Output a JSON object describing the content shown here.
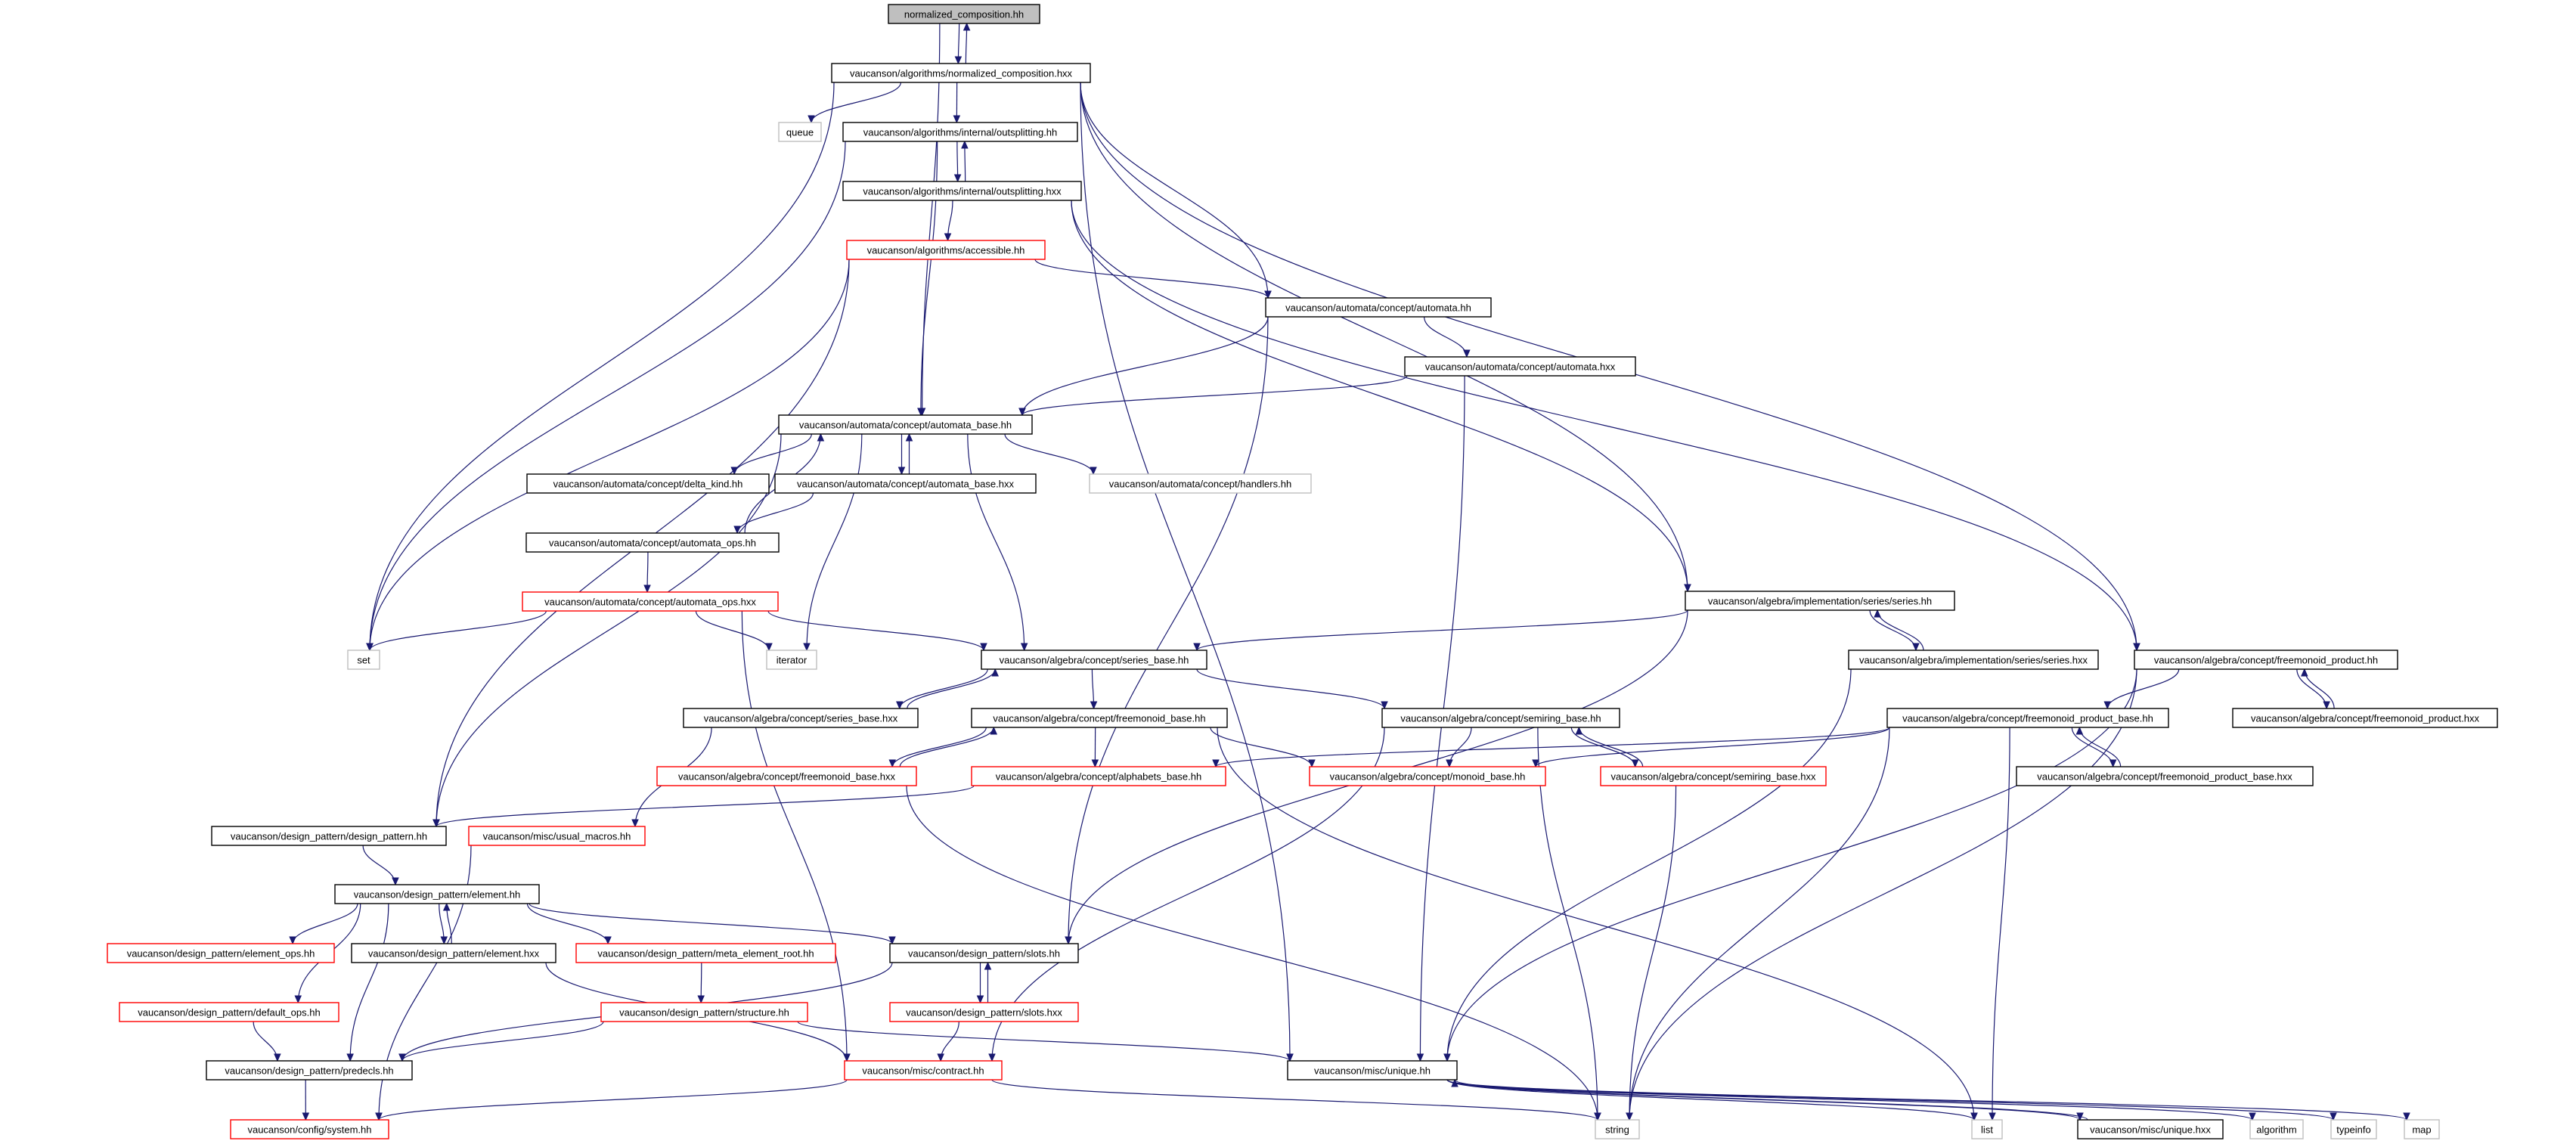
{
  "colors": {
    "edge": "#191970",
    "node_border_black": "#000000",
    "node_border_red": "#ff0000",
    "node_border_gray": "#bfbfbf",
    "root_fill": "#bfbfbf"
  },
  "diagram": {
    "nodes": [
      {
        "id": "n_root",
        "label": "normalized_composition.hh",
        "style": "root"
      },
      {
        "id": "n_nc_hxx",
        "label": "vaucanson/algorithms/normalized_composition.hxx",
        "style": "black"
      },
      {
        "id": "n_queue",
        "label": "queue",
        "style": "gray"
      },
      {
        "id": "n_out_hh",
        "label": "vaucanson/algorithms/internal/outsplitting.hh",
        "style": "black"
      },
      {
        "id": "n_out_hxx",
        "label": "vaucanson/algorithms/internal/outsplitting.hxx",
        "style": "black"
      },
      {
        "id": "n_access",
        "label": "vaucanson/algorithms/accessible.hh",
        "style": "red"
      },
      {
        "id": "n_automata_hh",
        "label": "vaucanson/automata/concept/automata.hh",
        "style": "black"
      },
      {
        "id": "n_automata_hxx",
        "label": "vaucanson/automata/concept/automata.hxx",
        "style": "black"
      },
      {
        "id": "n_abase_hh",
        "label": "vaucanson/automata/concept/automata_base.hh",
        "style": "black"
      },
      {
        "id": "n_delta",
        "label": "vaucanson/automata/concept/delta_kind.hh",
        "style": "black"
      },
      {
        "id": "n_abase_hxx",
        "label": "vaucanson/automata/concept/automata_base.hxx",
        "style": "black"
      },
      {
        "id": "n_handlers",
        "label": "vaucanson/automata/concept/handlers.hh",
        "style": "gray"
      },
      {
        "id": "n_aops_hh",
        "label": "vaucanson/automata/concept/automata_ops.hh",
        "style": "black"
      },
      {
        "id": "n_aops_hxx",
        "label": "vaucanson/automata/concept/automata_ops.hxx",
        "style": "red"
      },
      {
        "id": "n_set",
        "label": "set",
        "style": "gray"
      },
      {
        "id": "n_iterator",
        "label": "iterator",
        "style": "gray"
      },
      {
        "id": "n_series_hh",
        "label": "vaucanson/algebra/implementation/series/series.hh",
        "style": "black"
      },
      {
        "id": "n_series_hxx",
        "label": "vaucanson/algebra/implementation/series/series.hxx",
        "style": "black"
      },
      {
        "id": "n_sbase_hh",
        "label": "vaucanson/algebra/concept/series_base.hh",
        "style": "black"
      },
      {
        "id": "n_sbase_hxx",
        "label": "vaucanson/algebra/concept/series_base.hxx",
        "style": "black"
      },
      {
        "id": "n_fmprod_hh",
        "label": "vaucanson/algebra/concept/freemonoid_product.hh",
        "style": "black"
      },
      {
        "id": "n_fmprod_hxx",
        "label": "vaucanson/algebra/concept/freemonoid_product.hxx",
        "style": "black"
      },
      {
        "id": "n_fmbase_hh",
        "label": "vaucanson/algebra/concept/freemonoid_base.hh",
        "style": "black"
      },
      {
        "id": "n_semiring_hh",
        "label": "vaucanson/algebra/concept/semiring_base.hh",
        "style": "black"
      },
      {
        "id": "n_fmpb_hh",
        "label": "vaucanson/algebra/concept/freemonoid_product_base.hh",
        "style": "black"
      },
      {
        "id": "n_fmpb_hxx",
        "label": "vaucanson/algebra/concept/freemonoid_product_base.hxx",
        "style": "black"
      },
      {
        "id": "n_fmbase_hxx",
        "label": "vaucanson/algebra/concept/freemonoid_base.hxx",
        "style": "red"
      },
      {
        "id": "n_alpha",
        "label": "vaucanson/algebra/concept/alphabets_base.hh",
        "style": "red"
      },
      {
        "id": "n_monoid",
        "label": "vaucanson/algebra/concept/monoid_base.hh",
        "style": "red"
      },
      {
        "id": "n_semiring_hxx",
        "label": "vaucanson/algebra/concept/semiring_base.hxx",
        "style": "red"
      },
      {
        "id": "n_dp_hh",
        "label": "vaucanson/design_pattern/design_pattern.hh",
        "style": "black"
      },
      {
        "id": "n_usual",
        "label": "vaucanson/misc/usual_macros.hh",
        "style": "red"
      },
      {
        "id": "n_elem_hh",
        "label": "vaucanson/design_pattern/element.hh",
        "style": "black"
      },
      {
        "id": "n_elem_ops",
        "label": "vaucanson/design_pattern/element_ops.hh",
        "style": "red"
      },
      {
        "id": "n_elem_hxx",
        "label": "vaucanson/design_pattern/element.hxx",
        "style": "black"
      },
      {
        "id": "n_meta",
        "label": "vaucanson/design_pattern/meta_element_root.hh",
        "style": "red"
      },
      {
        "id": "n_slots_hh",
        "label": "vaucanson/design_pattern/slots.hh",
        "style": "black"
      },
      {
        "id": "n_default",
        "label": "vaucanson/design_pattern/default_ops.hh",
        "style": "red"
      },
      {
        "id": "n_struct",
        "label": "vaucanson/design_pattern/structure.hh",
        "style": "red"
      },
      {
        "id": "n_slots_hxx",
        "label": "vaucanson/design_pattern/slots.hxx",
        "style": "red"
      },
      {
        "id": "n_predecls",
        "label": "vaucanson/design_pattern/predecls.hh",
        "style": "black"
      },
      {
        "id": "n_contract",
        "label": "vaucanson/misc/contract.hh",
        "style": "red"
      },
      {
        "id": "n_unique_hh",
        "label": "vaucanson/misc/unique.hh",
        "style": "black"
      },
      {
        "id": "n_system",
        "label": "vaucanson/config/system.hh",
        "style": "red"
      },
      {
        "id": "n_string",
        "label": "string",
        "style": "gray"
      },
      {
        "id": "n_list",
        "label": "list",
        "style": "gray"
      },
      {
        "id": "n_unique_hxx",
        "label": "vaucanson/misc/unique.hxx",
        "style": "black"
      },
      {
        "id": "n_algorithm",
        "label": "algorithm",
        "style": "gray"
      },
      {
        "id": "n_typeinfo",
        "label": "typeinfo",
        "style": "gray"
      },
      {
        "id": "n_map",
        "label": "map",
        "style": "gray"
      }
    ],
    "edges": [
      [
        "n_root",
        "n_nc_hxx"
      ],
      [
        "n_nc_hxx",
        "n_root"
      ],
      [
        "n_root",
        "n_abase_hh"
      ],
      [
        "n_nc_hxx",
        "n_queue"
      ],
      [
        "n_nc_hxx",
        "n_out_hh"
      ],
      [
        "n_nc_hxx",
        "n_set"
      ],
      [
        "n_nc_hxx",
        "n_automata_hh"
      ],
      [
        "n_nc_hxx",
        "n_series_hh"
      ],
      [
        "n_nc_hxx",
        "n_fmprod_hh"
      ],
      [
        "n_nc_hxx",
        "n_unique_hh"
      ],
      [
        "n_out_hh",
        "n_out_hxx"
      ],
      [
        "n_out_hxx",
        "n_out_hh"
      ],
      [
        "n_out_hh",
        "n_set"
      ],
      [
        "n_out_hh",
        "n_abase_hh"
      ],
      [
        "n_out_hxx",
        "n_access"
      ],
      [
        "n_out_hxx",
        "n_series_hh"
      ],
      [
        "n_out_hxx",
        "n_fmprod_hh"
      ],
      [
        "n_access",
        "n_automata_hh"
      ],
      [
        "n_access",
        "n_set"
      ],
      [
        "n_access",
        "n_dp_hh"
      ],
      [
        "n_automata_hh",
        "n_automata_hxx"
      ],
      [
        "n_automata_hh",
        "n_abase_hh"
      ],
      [
        "n_automata_hh",
        "n_slots_hh"
      ],
      [
        "n_automata_hxx",
        "n_abase_hh"
      ],
      [
        "n_automata_hxx",
        "n_unique_hh"
      ],
      [
        "n_abase_hh",
        "n_delta"
      ],
      [
        "n_abase_hh",
        "n_abase_hxx"
      ],
      [
        "n_abase_hxx",
        "n_abase_hh"
      ],
      [
        "n_abase_hh",
        "n_handlers"
      ],
      [
        "n_abase_hh",
        "n_iterator"
      ],
      [
        "n_abase_hh",
        "n_sbase_hh"
      ],
      [
        "n_abase_hh",
        "n_dp_hh"
      ],
      [
        "n_abase_hxx",
        "n_aops_hh"
      ],
      [
        "n_aops_hh",
        "n_abase_hh"
      ],
      [
        "n_aops_hh",
        "n_aops_hxx"
      ],
      [
        "n_aops_hxx",
        "n_set"
      ],
      [
        "n_aops_hxx",
        "n_iterator"
      ],
      [
        "n_aops_hxx",
        "n_sbase_hh"
      ],
      [
        "n_aops_hxx",
        "n_contract"
      ],
      [
        "n_series_hh",
        "n_sbase_hh"
      ],
      [
        "n_series_hh",
        "n_series_hxx"
      ],
      [
        "n_series_hxx",
        "n_series_hh"
      ],
      [
        "n_series_hh",
        "n_slots_hh"
      ],
      [
        "n_series_hxx",
        "n_unique_hh"
      ],
      [
        "n_sbase_hh",
        "n_sbase_hxx"
      ],
      [
        "n_sbase_hxx",
        "n_sbase_hh"
      ],
      [
        "n_sbase_hh",
        "n_fmbase_hh"
      ],
      [
        "n_sbase_hh",
        "n_semiring_hh"
      ],
      [
        "n_sbase_hxx",
        "n_usual"
      ],
      [
        "n_fmprod_hh",
        "n_fmprod_hxx"
      ],
      [
        "n_fmprod_hxx",
        "n_fmprod_hh"
      ],
      [
        "n_fmprod_hh",
        "n_fmpb_hh"
      ],
      [
        "n_fmprod_hh",
        "n_string"
      ],
      [
        "n_fmprod_hh",
        "n_unique_hh"
      ],
      [
        "n_fmbase_hh",
        "n_fmbase_hxx"
      ],
      [
        "n_fmbase_hxx",
        "n_fmbase_hh"
      ],
      [
        "n_fmbase_hh",
        "n_alpha"
      ],
      [
        "n_fmbase_hh",
        "n_monoid"
      ],
      [
        "n_fmbase_hh",
        "n_list"
      ],
      [
        "n_fmbase_hxx",
        "n_string"
      ],
      [
        "n_semiring_hh",
        "n_monoid"
      ],
      [
        "n_semiring_hh",
        "n_semiring_hxx"
      ],
      [
        "n_semiring_hxx",
        "n_semiring_hh"
      ],
      [
        "n_semiring_hh",
        "n_string"
      ],
      [
        "n_semiring_hh",
        "n_contract"
      ],
      [
        "n_fmpb_hh",
        "n_fmpb_hxx"
      ],
      [
        "n_fmpb_hxx",
        "n_fmpb_hh"
      ],
      [
        "n_fmpb_hh",
        "n_monoid"
      ],
      [
        "n_fmpb_hh",
        "n_alpha"
      ],
      [
        "n_fmpb_hh",
        "n_list"
      ],
      [
        "n_fmpb_hh",
        "n_string"
      ],
      [
        "n_semiring_hxx",
        "n_string"
      ],
      [
        "n_alpha",
        "n_dp_hh"
      ],
      [
        "n_dp_hh",
        "n_elem_hh"
      ],
      [
        "n_usual",
        "n_system"
      ],
      [
        "n_elem_hh",
        "n_elem_ops"
      ],
      [
        "n_elem_hh",
        "n_elem_hxx"
      ],
      [
        "n_elem_hxx",
        "n_elem_hh"
      ],
      [
        "n_elem_hh",
        "n_meta"
      ],
      [
        "n_elem_hh",
        "n_slots_hh"
      ],
      [
        "n_elem_hh",
        "n_default"
      ],
      [
        "n_elem_hh",
        "n_predecls"
      ],
      [
        "n_elem_hxx",
        "n_contract"
      ],
      [
        "n_meta",
        "n_struct"
      ],
      [
        "n_slots_hh",
        "n_slots_hxx"
      ],
      [
        "n_slots_hxx",
        "n_slots_hh"
      ],
      [
        "n_slots_hh",
        "n_predecls"
      ],
      [
        "n_default",
        "n_predecls"
      ],
      [
        "n_struct",
        "n_predecls"
      ],
      [
        "n_struct",
        "n_unique_hh"
      ],
      [
        "n_slots_hxx",
        "n_contract"
      ],
      [
        "n_predecls",
        "n_system"
      ],
      [
        "n_contract",
        "n_system"
      ],
      [
        "n_contract",
        "n_string"
      ],
      [
        "n_unique_hh",
        "n_list"
      ],
      [
        "n_unique_hh",
        "n_unique_hxx"
      ],
      [
        "n_unique_hxx",
        "n_unique_hh"
      ],
      [
        "n_unique_hh",
        "n_algorithm"
      ],
      [
        "n_unique_hh",
        "n_typeinfo"
      ],
      [
        "n_unique_hh",
        "n_map"
      ]
    ]
  }
}
